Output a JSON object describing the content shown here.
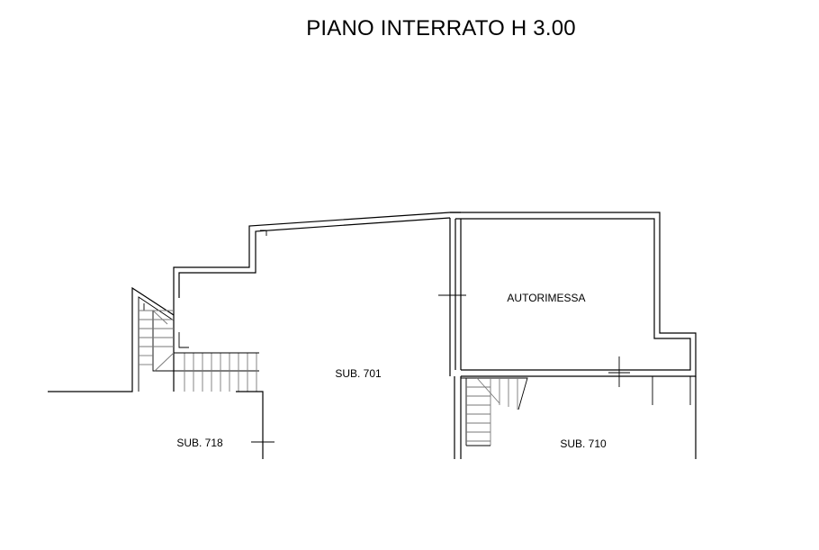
{
  "title": "PIANO INTERRATO H 3.00",
  "rooms": {
    "autorimessa": "AUTORIMESSA",
    "sub_701": "SUB. 701",
    "sub_718": "SUB. 718",
    "sub_710": "SUB. 710"
  }
}
